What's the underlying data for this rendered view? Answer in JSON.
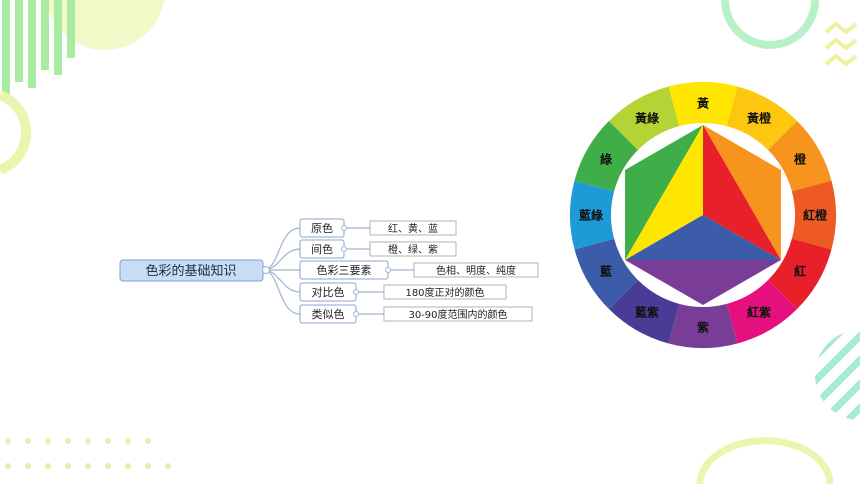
{
  "header": {
    "top_label": ""
  },
  "mindmap": {
    "root": "色彩的基础知识",
    "branches": [
      {
        "label": "原色",
        "leaf": "红、黄、蓝"
      },
      {
        "label": "间色",
        "leaf": "橙、绿、紫"
      },
      {
        "label": "色彩三要素",
        "leaf": "色相、明度、纯度"
      },
      {
        "label": "对比色",
        "leaf": "180度正对的颜色"
      },
      {
        "label": "类似色",
        "leaf": "30-90度范围内的颜色"
      }
    ]
  },
  "color_wheel": {
    "segments": [
      {
        "label": "黃",
        "color": "#ffe600"
      },
      {
        "label": "黃橙",
        "color": "#fcc70e"
      },
      {
        "label": "橙",
        "color": "#f7941d"
      },
      {
        "label": "紅橙",
        "color": "#ee5a24"
      },
      {
        "label": "紅",
        "color": "#e8202a"
      },
      {
        "label": "紅紫",
        "color": "#e5107d"
      },
      {
        "label": "紫",
        "color": "#7a3d97"
      },
      {
        "label": "藍紫",
        "color": "#4a3c96"
      },
      {
        "label": "藍",
        "color": "#3c5ba8"
      },
      {
        "label": "藍綠",
        "color": "#1e9bd7"
      },
      {
        "label": "綠",
        "color": "#3fae49"
      },
      {
        "label": "黃綠",
        "color": "#b5d334"
      }
    ],
    "center": {
      "triangle_colors": [
        "#ffe600",
        "#e8202a",
        "#3c5ba8"
      ],
      "hexagon_colors": [
        "#f7941d",
        "#7a3d97",
        "#3fae49"
      ]
    }
  },
  "decor_colors": {
    "green": "#b8f0b0",
    "lime": "#e6f5a8",
    "mint": "#9fe6c4",
    "dots": "#d9f2a6"
  }
}
